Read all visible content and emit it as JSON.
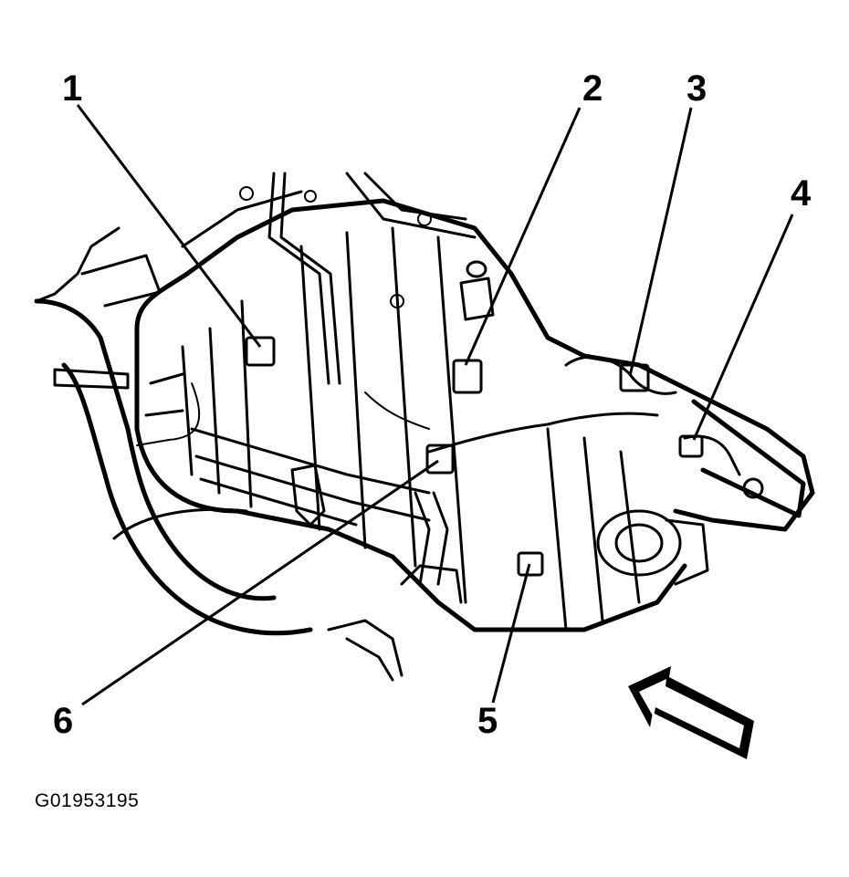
{
  "figure": {
    "id": "G01953195"
  },
  "callouts": [
    {
      "label": "1"
    },
    {
      "label": "2"
    },
    {
      "label": "3"
    },
    {
      "label": "4"
    },
    {
      "label": "5"
    },
    {
      "label": "6"
    }
  ],
  "view_arrow": {
    "icon": "view-direction-arrow-icon"
  }
}
